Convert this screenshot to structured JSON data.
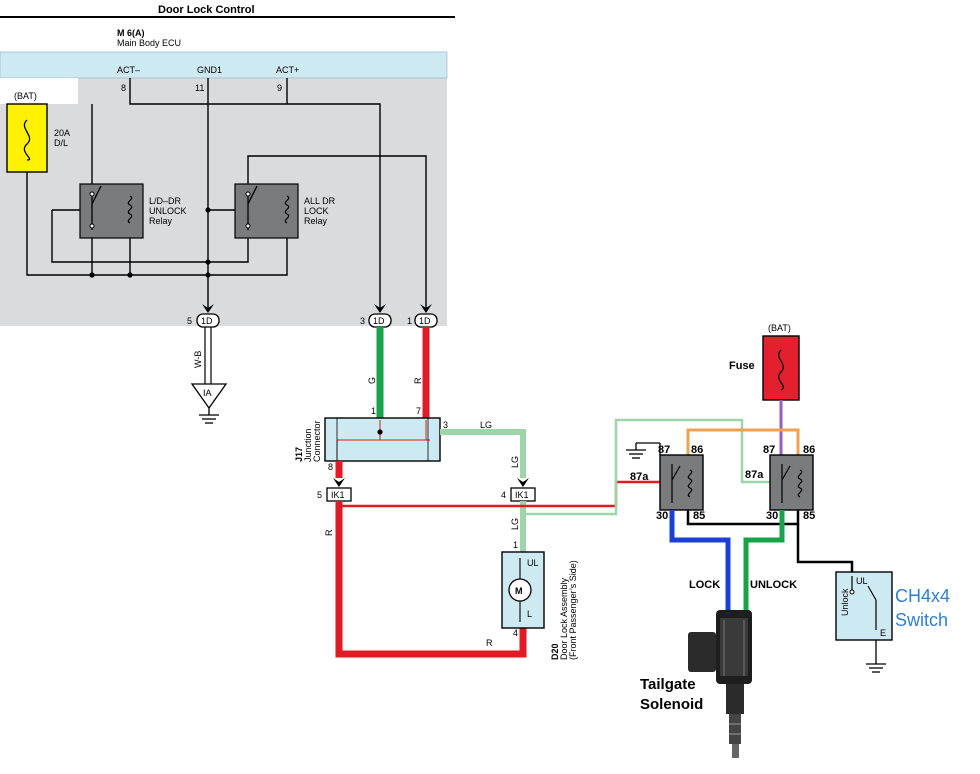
{
  "header": {
    "title": "Door Lock Control"
  },
  "ecu": {
    "code": "M 6(A)",
    "name": "Main Body ECU",
    "pins": [
      {
        "label": "ACT–",
        "num": "8"
      },
      {
        "label": "GND1",
        "num": "11"
      },
      {
        "label": "ACT+",
        "num": "9"
      }
    ],
    "bat_label": "(BAT)",
    "fuse_rating": "20A",
    "fuse_name": "D/L",
    "relay_unlock": [
      "L/D–DR",
      "UNLOCK",
      "Relay"
    ],
    "relay_lock": [
      "ALL DR",
      "LOCK",
      "Relay"
    ]
  },
  "connectors": {
    "c1": {
      "num": "5",
      "code": "1D"
    },
    "c2": {
      "num": "3",
      "code": "1D"
    },
    "c3": {
      "num": "1",
      "code": "1D"
    },
    "ik_left": {
      "num": "5",
      "code": "IK1"
    },
    "ik_right": {
      "num": "4",
      "code": "IK1"
    }
  },
  "wires": {
    "wb": "W-B",
    "g": "G",
    "r": "R",
    "lg": "LG",
    "r_bottom": "R",
    "lg_vert": "LG",
    "lg_lower": "LG"
  },
  "ground_ia": "IA",
  "junction": {
    "code": "J17",
    "name": "Junction",
    "name2": "Connector",
    "pin1": "1",
    "pin7": "7",
    "pin3": "3",
    "pin8": "8"
  },
  "door_lock": {
    "code": "D20",
    "name": "Door Lock Assembly",
    "side": "(Front Passenger’s Side)",
    "pin1": "1",
    "pin4": "4",
    "ul": "UL",
    "l": "L",
    "m": "M"
  },
  "added_circuit": {
    "bat_label": "(BAT)",
    "fuse_label": "Fuse",
    "relay_pins": {
      "p87": "87",
      "p86": "86",
      "p87a": "87a",
      "p30": "30",
      "p85": "85"
    },
    "lock_label": "LOCK",
    "unlock_label": "UNLOCK",
    "solenoid": [
      "Tailgate",
      "Solenoid"
    ],
    "switch_name": [
      "CH4x4",
      "Switch"
    ],
    "switch_ul": "UL",
    "switch_e": "E",
    "switch_side": "Unlock"
  },
  "colors": {
    "ecu_fill": "#d9dbdc",
    "connector_strip": "#cde9f2",
    "fuse_yellow": "#fff200",
    "fuse_red": "#e5202e",
    "wire_red": "#e01b24",
    "wire_green": "#16a34a",
    "wire_lightgreen": "#9dd4a8",
    "wire_blue": "#1c3fd6",
    "wire_purple": "#9a5db8",
    "wire_orange": "#f0a050",
    "switch_label": "#2f7fd6"
  }
}
